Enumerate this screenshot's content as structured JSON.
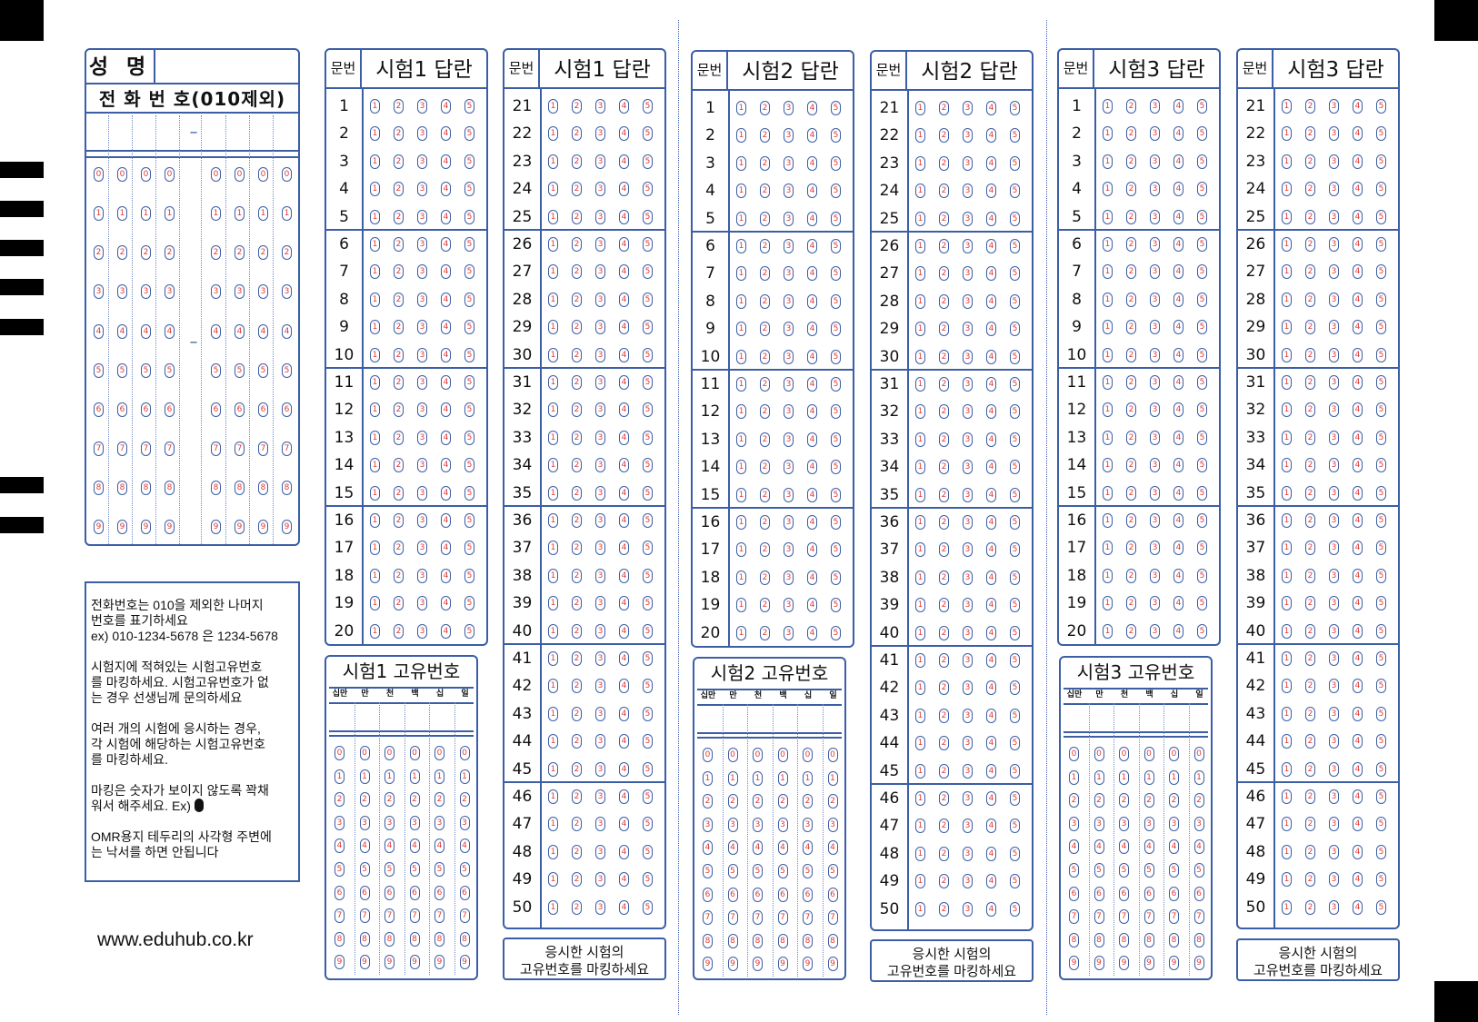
{
  "name_panel": {
    "name_label": "성 명",
    "phone_label": "전 화 번 호(010제외)",
    "dash": "–"
  },
  "digits": [
    "0",
    "1",
    "2",
    "3",
    "4",
    "5",
    "6",
    "7",
    "8",
    "9"
  ],
  "choices": [
    "1",
    "2",
    "3",
    "4",
    "5"
  ],
  "instructions": [
    "전화번호는 010을 제외한 나머지\n번호를 표기하세요\nex) 010-1234-5678 은 1234-5678",
    "시험지에 적혀있는 시험고유번호\n를 마킹하세요. 시험고유번호가 없\n는 경우 선생님께 문의하세요",
    "여러 개의 시험에 응시하는 경우,\n각 시험에 해당하는 시험고유번호\n를 마킹하세요.",
    "마킹은 숫자가 보이지 않도록 꽉채\n워서 해주세요.  Ex)",
    "OMR용지 테두리의 사각형 주변에\n는 낙서를 하면 안됩니다"
  ],
  "footer_url": "www.eduhub.co.kr",
  "question_label": "문번",
  "answer_panels": [
    {
      "title": "시험1 답란",
      "start": 1
    },
    {
      "title": "시험1 답란",
      "start": 21
    },
    {
      "title": "시험2 답란",
      "start": 1
    },
    {
      "title": "시험2 답란",
      "start": 21
    },
    {
      "title": "시험3 답란",
      "start": 1
    },
    {
      "title": "시험3 답란",
      "start": 21
    }
  ],
  "id_panels": [
    {
      "title": "시험1 고유번호"
    },
    {
      "title": "시험2 고유번호"
    },
    {
      "title": "시험3 고유번호"
    }
  ],
  "id_columns": [
    "십만",
    "만",
    "천",
    "백",
    "십",
    "일"
  ],
  "note_text": "응시한 시험의\n고유번호를 마킹하세요",
  "colors": {
    "border": "#3b5ea6",
    "digit": "#e23a3a"
  }
}
